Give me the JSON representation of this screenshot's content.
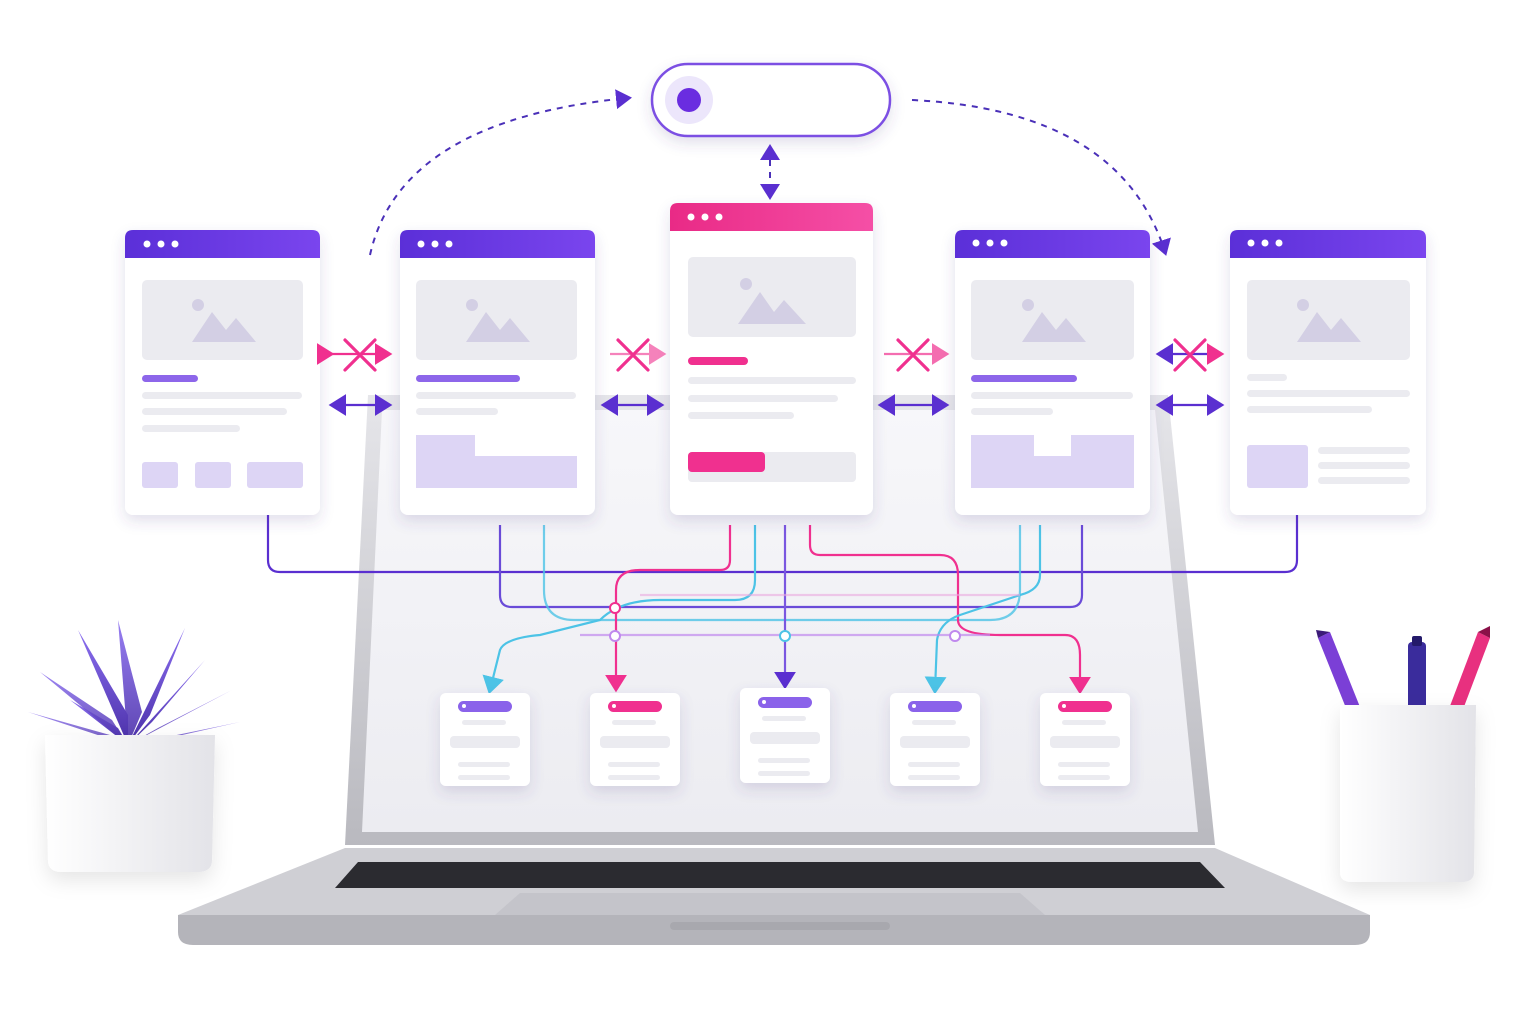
{
  "colors": {
    "accent_purple": "#6a35e0",
    "accent_pink": "#f0308f",
    "accent_cyan": "#4cc3e6",
    "skeleton": "#e9e9ef",
    "skeleton_light": "#dedde8",
    "image_icon": "#d3cfe4",
    "laptop_silver": "#d6d6da",
    "keyboard": "#2b2b30"
  },
  "toggle": {
    "state": "on",
    "knob_icon": "toggle-knob"
  },
  "wireframes": [
    {
      "id": "left-1",
      "header_color": "purple",
      "variant": "three-buttons"
    },
    {
      "id": "left-2",
      "header_color": "purple",
      "variant": "stepped-block"
    },
    {
      "id": "center",
      "header_color": "pink",
      "variant": "cta-bar"
    },
    {
      "id": "right-1",
      "header_color": "purple",
      "variant": "two-blocks"
    },
    {
      "id": "right-2",
      "header_color": "purple",
      "variant": "thumb-list"
    }
  ],
  "connectors": [
    {
      "between": [
        "left-1",
        "left-2"
      ],
      "blocked": true
    },
    {
      "between": [
        "left-2",
        "center"
      ],
      "blocked": true
    },
    {
      "between": [
        "center",
        "right-1"
      ],
      "blocked": true
    },
    {
      "between": [
        "right-1",
        "right-2"
      ],
      "blocked": true
    }
  ],
  "destination_cards": [
    {
      "id": "card-1",
      "tag_color": "purple"
    },
    {
      "id": "card-2",
      "tag_color": "pink"
    },
    {
      "id": "card-3",
      "tag_color": "purple"
    },
    {
      "id": "card-4",
      "tag_color": "purple"
    },
    {
      "id": "card-5",
      "tag_color": "pink"
    }
  ],
  "decor": {
    "plant": "succulent-icon",
    "pens": [
      "purple-pen-icon",
      "navy-marker-icon",
      "pink-pen-icon"
    ]
  }
}
